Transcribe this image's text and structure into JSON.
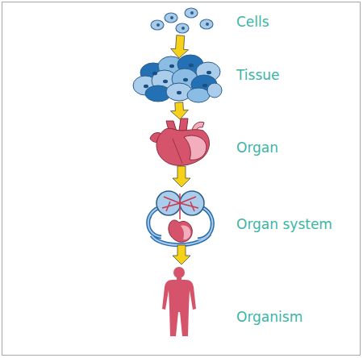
{
  "diagram": {
    "nodes": [
      {
        "text": [
          "Cells"
        ]
      },
      {
        "text": [
          "Tissue"
        ]
      },
      {
        "text": [
          "Organ"
        ]
      },
      {
        "text": [
          "Organ system"
        ]
      },
      {
        "text": [
          "Organism"
        ]
      }
    ],
    "edges": [
      {
        "from": 0,
        "to": 1,
        "arrow": "to"
      },
      {
        "from": 1,
        "to": 2,
        "arrow": "to"
      },
      {
        "from": 2,
        "to": 3,
        "arrow": "to"
      },
      {
        "from": 3,
        "to": 4,
        "arrow": "to"
      }
    ]
  }
}
